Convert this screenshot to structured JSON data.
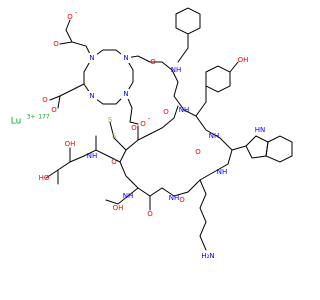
{
  "molecule": {
    "metal_label": "Lu",
    "metal_charge": "3+",
    "metal_isotope": "177",
    "atom_labels": {
      "oxygen": "O",
      "oxygen_anion": "O",
      "anion_charge": "-",
      "nitrogen": "N",
      "amide_nh": "NH",
      "amine_h": "H",
      "hydroxyl": "OH",
      "ho": "HO",
      "sulfur": "S",
      "indole_nh": "HN",
      "terminal_amine": "H₂N"
    }
  },
  "colors": {
    "oxygen": "#ff0000",
    "nitrogen": "#0000ff",
    "sulfur": "#b2b200",
    "lutetium": "#00ab24",
    "bond": "#000000"
  }
}
